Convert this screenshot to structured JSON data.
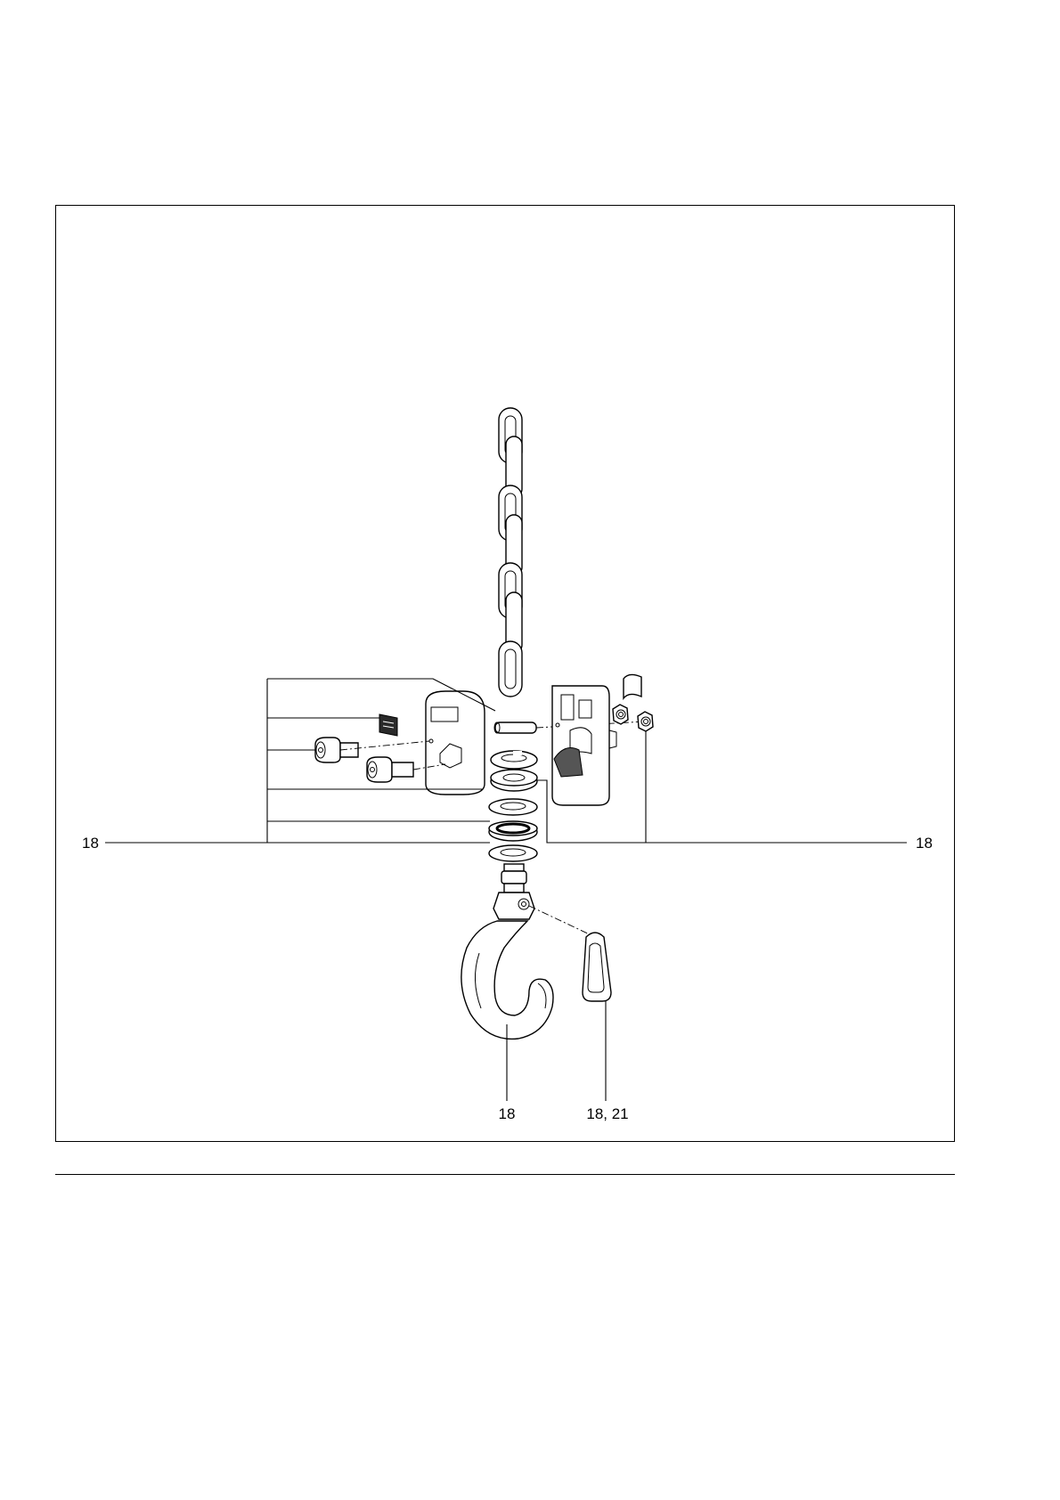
{
  "figure": {
    "callouts": {
      "left_group": "18",
      "right_group": "18",
      "hook": "18",
      "safety_latch": "18, 21"
    }
  }
}
